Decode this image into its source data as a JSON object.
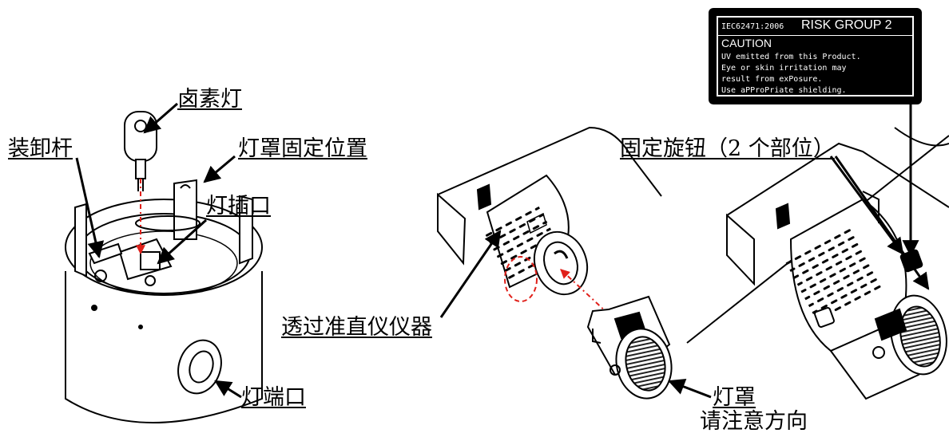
{
  "labels": {
    "halogen_lamp": "卤素灯",
    "removal_lever": "装卸杆",
    "cover_fix_position": "灯罩固定位置",
    "lamp_socket": "灯插口",
    "lamp_port": "灯端口",
    "through_collimator": "透过准直仪仪器",
    "fixing_knob": "固定旋钮（2 个部位）",
    "lamp_cover": "灯罩",
    "orientation_note": "请注意方向"
  },
  "warning_label": {
    "standard": "IEC62471:2006",
    "risk_group": "RISK GROUP 2",
    "caution": "CAUTION",
    "lines": [
      "UV emitted from this Product.",
      "Eye or skin irritation may",
      "result from exPosure.",
      "Use aPProPriate shielding."
    ]
  },
  "colors": {
    "dashed_path": "#e0201a",
    "line": "#000000"
  }
}
